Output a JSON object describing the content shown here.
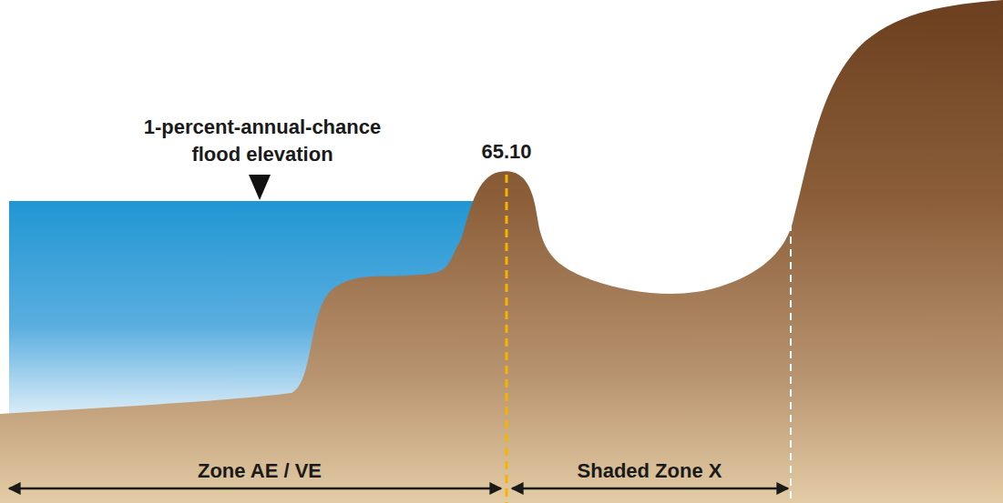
{
  "diagram": {
    "labels": [
      "1-percent-annual-chance flood elevation",
      "65.10",
      "Zone AE / VE",
      "Shaded Zone X"
    ]
  }
}
